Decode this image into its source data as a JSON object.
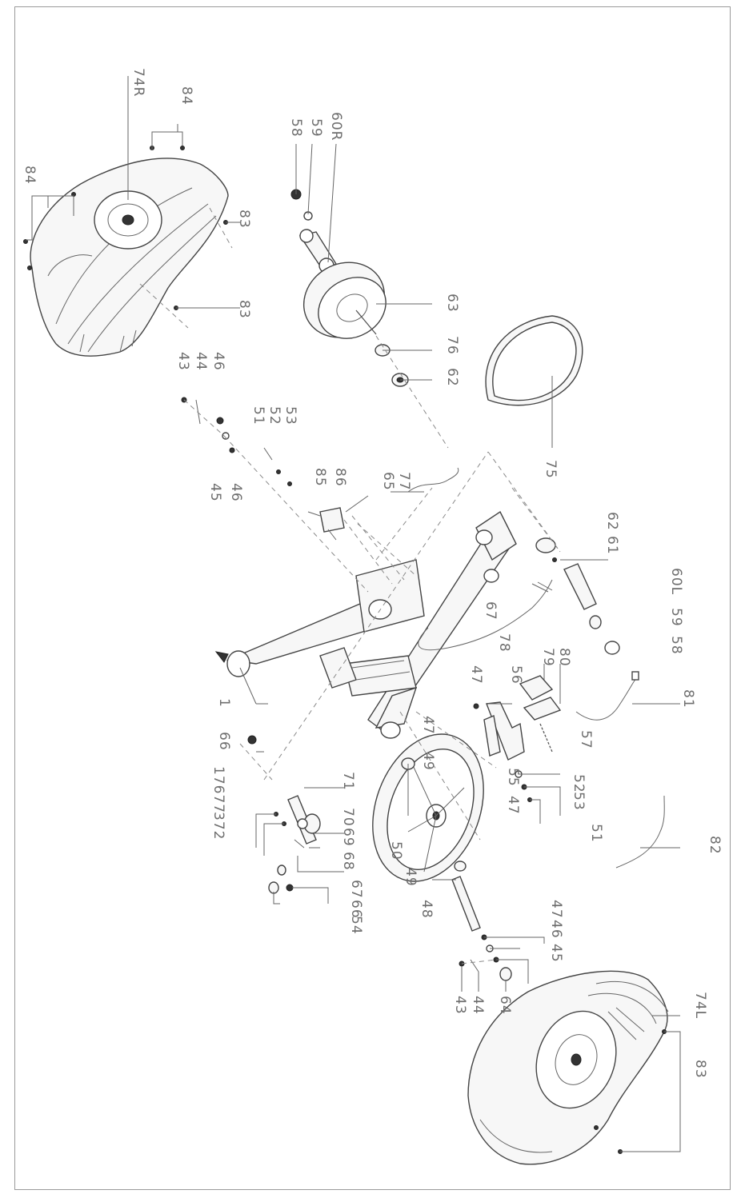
{
  "labels": {
    "p74R": "74R",
    "p84a": "84",
    "p84b": "84",
    "p83a": "83",
    "p83b": "83",
    "p83c": "83",
    "p58a": "58",
    "p59a": "59",
    "p60R": "60R",
    "p63": "63",
    "p76": "76",
    "p62a": "62",
    "p75": "75",
    "p43a": "43",
    "p44a": "44",
    "p46a": "46",
    "p45a": "45",
    "p46b": "46",
    "p51a": "51",
    "p52a": "52",
    "p53a": "53",
    "p85": "85",
    "p86": "86",
    "p65": "65",
    "p77": "77",
    "p62b": "62",
    "p61": "61",
    "p60L": "60L",
    "p59b": "59",
    "p58b": "58",
    "p67a": "67",
    "p78": "78",
    "p79": "79",
    "p80": "80",
    "p81": "81",
    "p1": "1",
    "p47a": "47",
    "p56a": "56",
    "p66a": "66",
    "p71": "71",
    "p47b": "47",
    "p49a": "49",
    "p57": "57",
    "s17677": "17677",
    "s372": "372",
    "s70": "70",
    "s69": "69",
    "s68": "68",
    "s55": "55",
    "s47c": "47",
    "s52": "52",
    "s53": "53",
    "s51": "51",
    "s67": "67",
    "s66": "66",
    "s54": "54",
    "p50": "50",
    "p49b": "49",
    "p48": "48",
    "s47d": "47",
    "s46": "46",
    "s45": "45",
    "p43b": "43",
    "p44b": "44",
    "p64": "64",
    "p82": "82",
    "p74L": "74L"
  }
}
